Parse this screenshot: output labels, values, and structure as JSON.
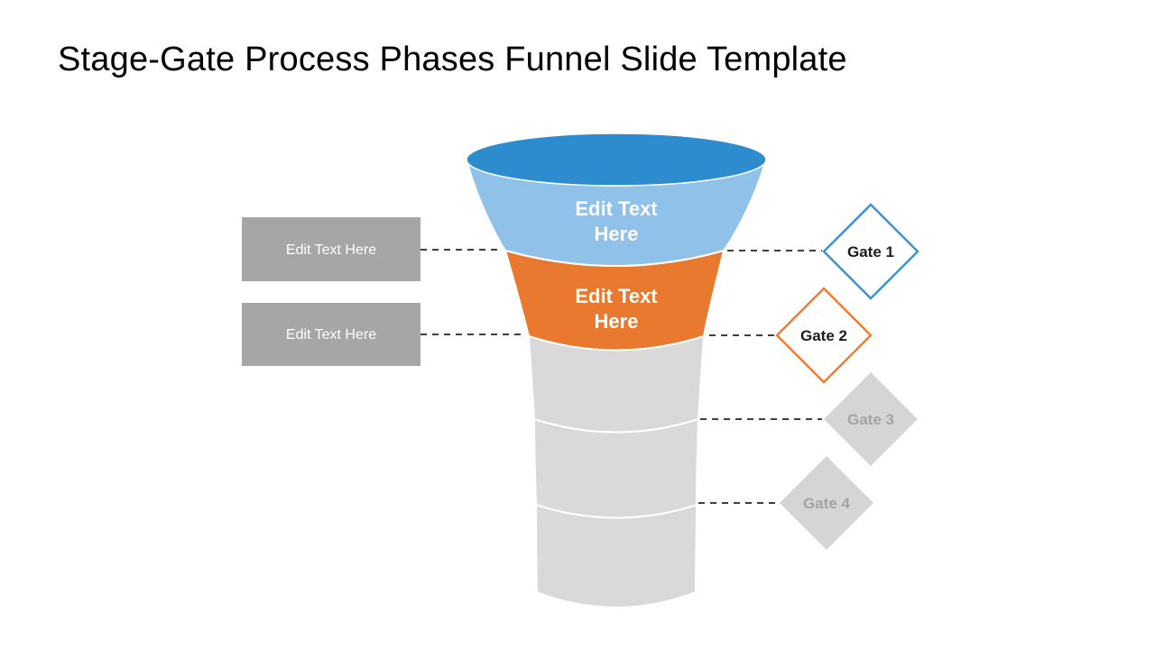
{
  "slide": {
    "title": "Stage-Gate Process Phases Funnel Slide Template",
    "background_color": "#FFFFFF"
  },
  "funnel": {
    "top_opening_color": "#2D8CCE",
    "stages": [
      {
        "name": "stage-1",
        "line1": "Edit Text",
        "line2": "Here",
        "color": "#8FC1E9",
        "text_color": "#FFFFFF"
      },
      {
        "name": "stage-2",
        "line1": "Edit Text",
        "line2": "Here",
        "color": "#E8792E",
        "text_color": "#FFFFFF"
      },
      {
        "name": "stage-3",
        "line1": "",
        "line2": "",
        "color": "#D9D9D9",
        "text_color": "#FFFFFF"
      },
      {
        "name": "stage-4",
        "line1": "",
        "line2": "",
        "color": "#D9D9D9",
        "text_color": "#FFFFFF"
      },
      {
        "name": "stage-5",
        "line1": "",
        "line2": "",
        "color": "#D9D9D9",
        "text_color": "#FFFFFF"
      }
    ]
  },
  "left_labels": [
    {
      "text": "Edit Text Here",
      "fill": "#A6A6A6",
      "text_color": "#FFFFFF"
    },
    {
      "text": "Edit Text Here",
      "fill": "#A6A6A6",
      "text_color": "#FFFFFF"
    }
  ],
  "gates": [
    {
      "label": "Gate 1",
      "fill": "#FFFFFF",
      "border_color": "#3E91D3",
      "text_color": "#1C1C1C"
    },
    {
      "label": "Gate 2",
      "fill": "#FFFFFF",
      "border_color": "#ED7D31",
      "text_color": "#1C1C1C"
    },
    {
      "label": "Gate 3",
      "fill": "#D5D5D5",
      "border_color": "none",
      "text_color": "#A4A4A4"
    },
    {
      "label": "Gate 4",
      "fill": "#D5D5D5",
      "border_color": "none",
      "text_color": "#A4A4A4"
    }
  ],
  "connector": {
    "style": "dashed",
    "color": "#3F3F3F"
  }
}
